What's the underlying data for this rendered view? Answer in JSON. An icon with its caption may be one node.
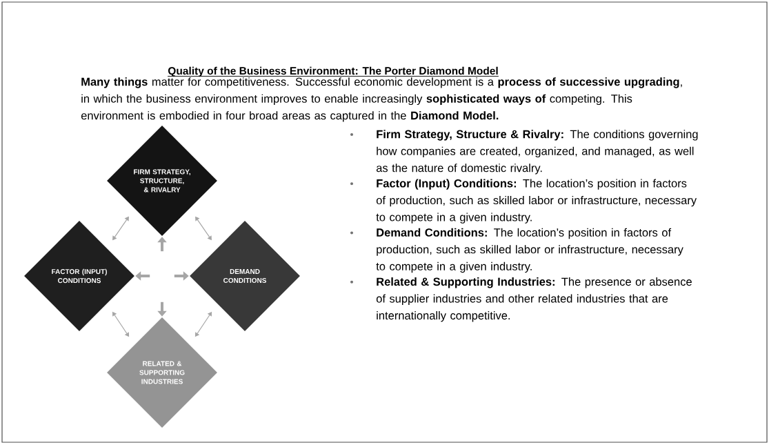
{
  "diagram": {
    "title": "Quality of the Business Environment: The Porter Diamond Model",
    "nodes": [
      {
        "text": [
          "FIRM STRATEGY, STRUCTURE, & RIVALRY"
        ]
      },
      {
        "text": [
          "FACTOR (INPUT) CONDITIONS"
        ]
      },
      {
        "text": [
          "DEMAND CONDITIONS"
        ]
      },
      {
        "text": [
          "RELATED & SUPPORTING INDUSTRIES"
        ]
      }
    ],
    "edges": [
      {
        "from": 0,
        "to": 1,
        "arrow": "both"
      },
      {
        "from": 0,
        "to": 2,
        "arrow": "both"
      },
      {
        "from": 1,
        "to": 3,
        "arrow": "both"
      },
      {
        "from": 2,
        "to": 3,
        "arrow": "both"
      },
      {
        "from": null,
        "to": 0,
        "arrow": "to",
        "style": "thick"
      },
      {
        "from": null,
        "to": 1,
        "arrow": "to",
        "style": "thick"
      },
      {
        "from": null,
        "to": 2,
        "arrow": "to",
        "style": "thick"
      },
      {
        "from": null,
        "to": 3,
        "arrow": "to",
        "style": "thick"
      }
    ],
    "labels": [
      "**Many things** matter for competitiveness. Successful economic development is a **process of successive upgrading**, in which the business environment improves to enable increasingly **sophisticated ways of** competing. This environment is embodied in four broad areas as captured in the **Diamond Model.**",
      "**Firm Strategy, Structure & Rivalry:** The conditions governing how companies are created, organized, and managed, as well as the nature of domestic rivalry.",
      "**Factor (Input) Conditions:** The location’s position in factors of production, such as skilled labor or infrastructure, necessary to compete in a given industry.",
      "**Demand Conditions:** The location’s position in factors of production, such as skilled labor or infrastructure, necessary to compete in a given industry.",
      "**Related & Supporting Industries:** The presence or absence of supplier industries and other related industries that are internationally competitive."
    ]
  }
}
